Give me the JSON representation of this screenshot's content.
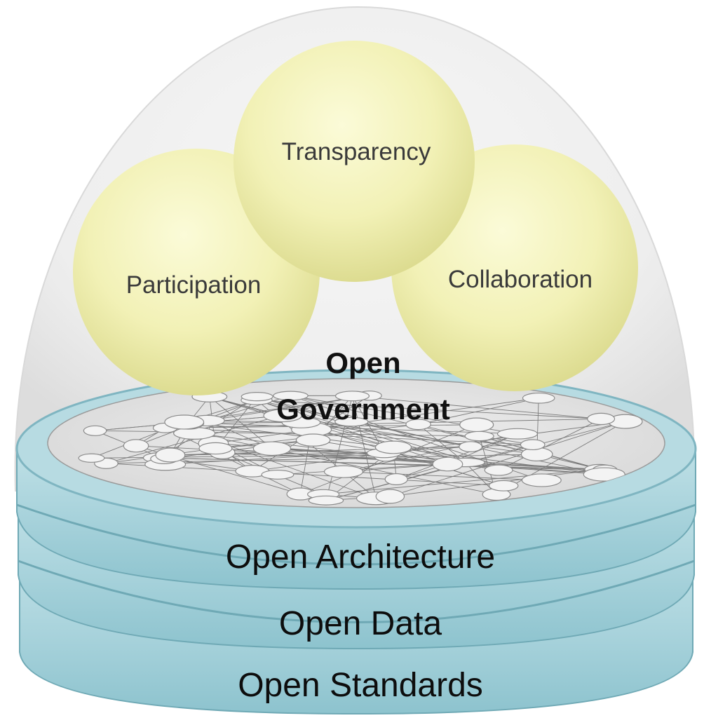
{
  "diagram": {
    "spheres": [
      {
        "id": "transparency",
        "label": "Transparency"
      },
      {
        "id": "participation",
        "label": "Participation"
      },
      {
        "id": "collaboration",
        "label": "Collaboration"
      }
    ],
    "center": {
      "line1": "Open",
      "line2": "Government"
    },
    "layers": [
      {
        "id": "architecture",
        "label": "Open Architecture"
      },
      {
        "id": "data",
        "label": "Open Data"
      },
      {
        "id": "standards",
        "label": "Open Standards"
      }
    ],
    "colors": {
      "sphere_fill": "#f3f2b8",
      "sphere_shade": "#dedd8a",
      "platter_teal": "#a9d4dc",
      "platter_dark": "#79b6c3",
      "dome_tint": "#e9eaea",
      "network_surface": "#e7e7e7"
    }
  }
}
